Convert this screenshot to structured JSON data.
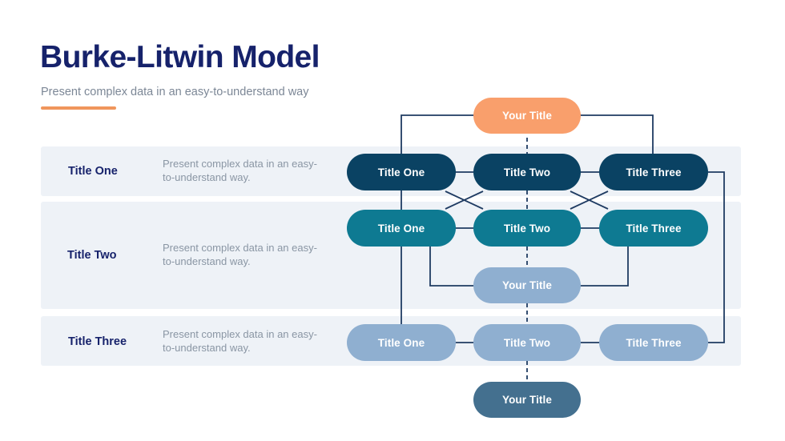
{
  "header": {
    "title": "Burke-Litwin Model",
    "subtitle": "Present complex data in an easy-to-understand way",
    "accent_color": "#f0965c",
    "title_color": "#16226b"
  },
  "rows": [
    {
      "label": "Title One",
      "description": "Present complex data in an easy-to-understand way."
    },
    {
      "label": "Title Two",
      "description": "Present complex data in an easy-to-understand way."
    },
    {
      "label": "Title Three",
      "description": "Present complex data in an easy-to-understand way."
    }
  ],
  "diagram": {
    "top_node": {
      "label": "Your Title",
      "color": "#f99f6c"
    },
    "middle_node": {
      "label": "Your Title",
      "color": "#8fafd0"
    },
    "bottom_node": {
      "label": "Your Title",
      "color": "#44708f"
    },
    "tiers": [
      {
        "color": "#0a4263",
        "nodes": [
          "Title One",
          "Title Two",
          "Title Three"
        ]
      },
      {
        "color": "#0e7a92",
        "nodes": [
          "Title One",
          "Title Two",
          "Title Three"
        ]
      },
      {
        "color": "#8fafd0",
        "nodes": [
          "Title One",
          "Title Two",
          "Title Three"
        ]
      }
    ],
    "connector_color": "#1f3b62",
    "band_color": "#eef2f7"
  }
}
